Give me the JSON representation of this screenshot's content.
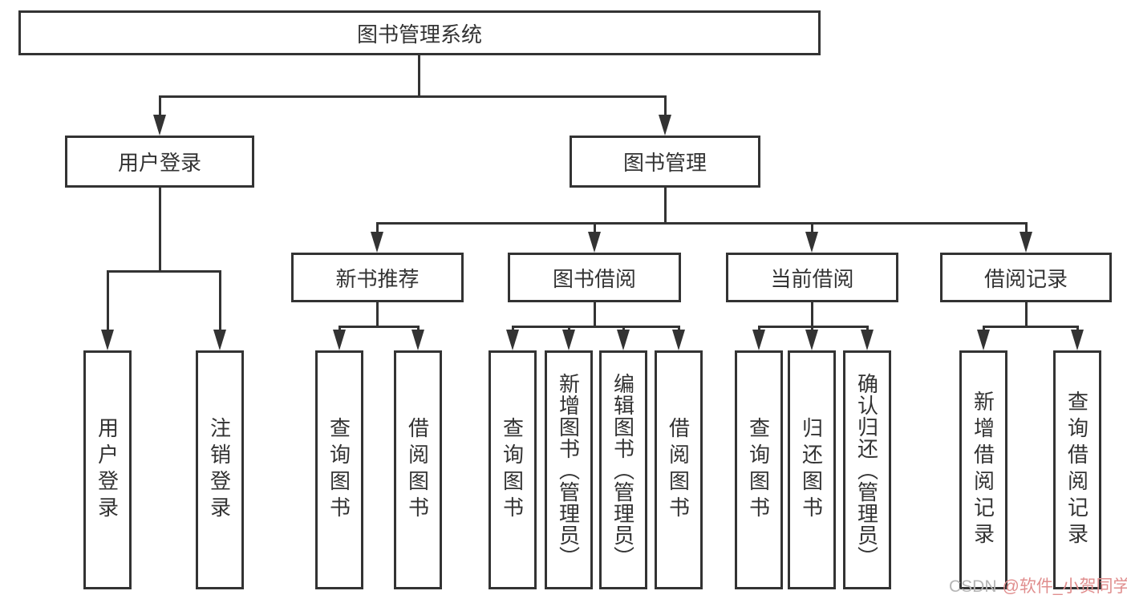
{
  "diagram": {
    "tree": {
      "label": "图书管理系统",
      "children": [
        {
          "label": "用户登录",
          "children": [
            {
              "label": "用户登录"
            },
            {
              "label": "注销登录"
            }
          ]
        },
        {
          "label": "图书管理",
          "children": [
            {
              "label": "新书推荐",
              "children": [
                {
                  "label": "查询图书"
                },
                {
                  "label": "借阅图书"
                }
              ]
            },
            {
              "label": "图书借阅",
              "children": [
                {
                  "label": "查询图书"
                },
                {
                  "label": "新增图书（管理员）"
                },
                {
                  "label": "编辑图书（管理员）"
                },
                {
                  "label": "借阅图书"
                }
              ]
            },
            {
              "label": "当前借阅",
              "children": [
                {
                  "label": "查询图书"
                },
                {
                  "label": "归还图书"
                },
                {
                  "label": "确认归还（管理员）"
                }
              ]
            },
            {
              "label": "借阅记录",
              "children": [
                {
                  "label": "新增借阅记录"
                },
                {
                  "label": "查询借阅记录"
                }
              ]
            }
          ]
        }
      ]
    }
  },
  "watermark": {
    "brand": "CSDN",
    "handle": "@软件_小贺同学"
  },
  "colors": {
    "line": "#333333",
    "text": "#333333",
    "box_background": "#ffffff",
    "page_background": "#ffffff",
    "watermark_brand": "#b5b5b5",
    "watermark_handle": "#e08e8e"
  }
}
